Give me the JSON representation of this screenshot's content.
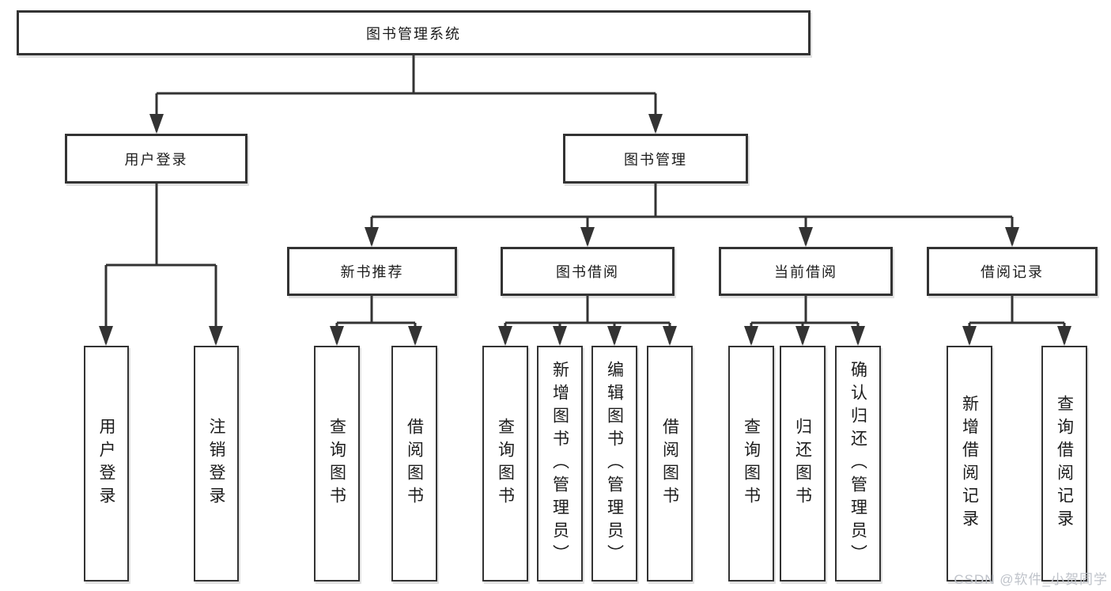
{
  "diagram": {
    "root": {
      "label": "图书管理系统"
    },
    "branches": [
      {
        "label": "用户登录",
        "children": [
          {
            "label": "用户登录"
          },
          {
            "label": "注销登录"
          }
        ]
      },
      {
        "label": "图书管理",
        "children": [
          {
            "label": "新书推荐",
            "children": [
              {
                "label": "查询图书"
              },
              {
                "label": "借阅图书"
              }
            ]
          },
          {
            "label": "图书借阅",
            "children": [
              {
                "label": "查询图书"
              },
              {
                "label": "新增图书（管理员）"
              },
              {
                "label": "编辑图书（管理员）"
              },
              {
                "label": "借阅图书"
              }
            ]
          },
          {
            "label": "当前借阅",
            "children": [
              {
                "label": "查询图书"
              },
              {
                "label": "归还图书"
              },
              {
                "label": "确认归还（管理员）"
              }
            ]
          },
          {
            "label": "借阅记录",
            "children": [
              {
                "label": "新增借阅记录"
              },
              {
                "label": "查询借阅记录"
              }
            ]
          }
        ]
      }
    ]
  },
  "watermark": {
    "text": "CSDN @软件_小贺同学"
  },
  "colors": {
    "line": "#333333",
    "text": "#1c1c1c",
    "watermark": "#bfc3ca",
    "background": "#ffffff"
  }
}
